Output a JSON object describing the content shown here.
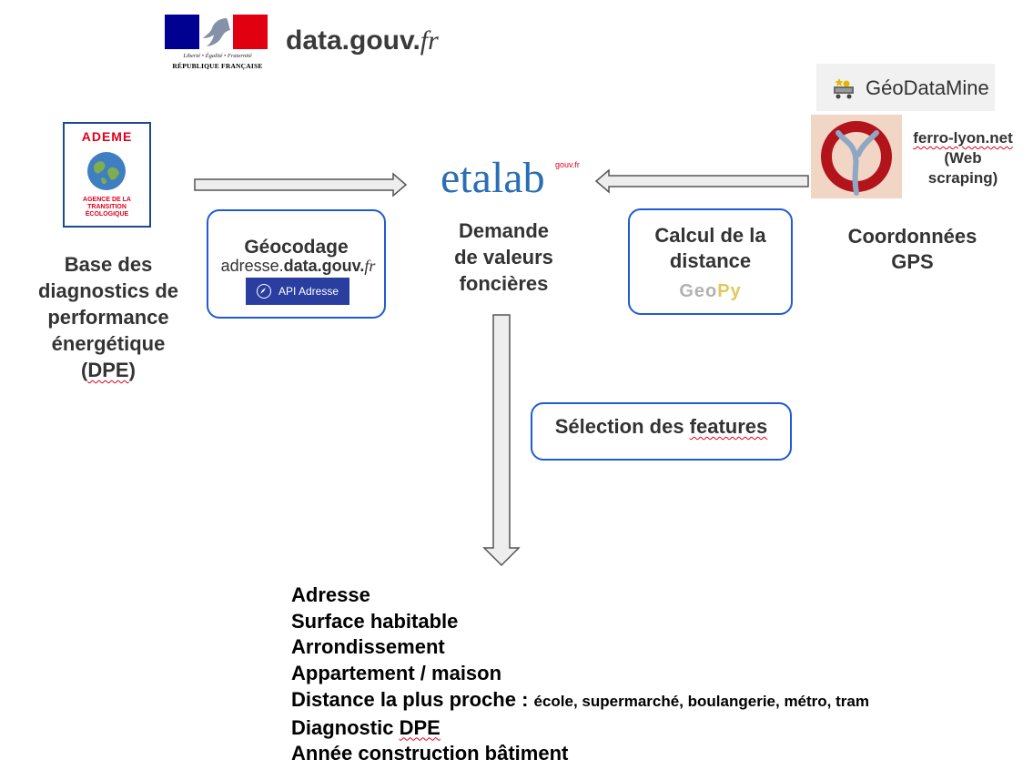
{
  "header": {
    "rf_logo": {
      "motto": "Liberté • Égalité • Fraternité",
      "name": "RÉPUBLIQUE FRANÇAISE",
      "colors": {
        "blue": "#000091",
        "red": "#e1000f"
      }
    },
    "datagouv": {
      "main": "data.gouv.",
      "suffix": "fr"
    }
  },
  "left": {
    "ademe": {
      "title": "ADEME",
      "subtitle": "AGENCE DE LA\nTRANSITION\nÉCOLOGIQUE",
      "colors": {
        "red": "#e2001a",
        "blue": "#1b4a91"
      }
    },
    "label_main": "Base des diagnostics de performance énergétique (",
    "label_squiggle": "DPE",
    "label_end": ")"
  },
  "geocodage": {
    "title": "Géocodage",
    "adresse_logo": {
      "prefix": "adresse.",
      "bold": "data.gouv.",
      "suffix": "fr"
    },
    "api_badge": "API Adresse"
  },
  "center": {
    "etalab": "etalab",
    "etalab_sup": "gouv.fr",
    "demande": "Demande\nde valeurs\nfoncières"
  },
  "calcul": {
    "title": "Calcul de la\ndistance",
    "geopy_part1": "Geo",
    "geopy_part2": "Py"
  },
  "right": {
    "geodatamine": "GéoDataMine",
    "ferro_site": "ferro-lyon.net",
    "ferro_note": "(Web\nscraping)",
    "coords": "Coordonnées\nGPS"
  },
  "selection": {
    "label_start": "Sélection des ",
    "label_squiggle": "features"
  },
  "features": {
    "adresse": "Adresse",
    "surface": "Surface habitable",
    "arrondissement": "Arrondissement",
    "type": "Appartement / maison",
    "distance_label": "Distance la plus proche : ",
    "distance_items": "école, supermarché, boulangerie, métro, tram",
    "diagnostic_start": "Diagnostic ",
    "diagnostic_squiggle": "DPE",
    "annee": "Année construction bâtiment"
  },
  "colors": {
    "box_border": "#1f5bd3",
    "arrow_fill": "#eeeeee",
    "arrow_stroke": "#555555",
    "etalab_blue": "#2a6eb5"
  }
}
